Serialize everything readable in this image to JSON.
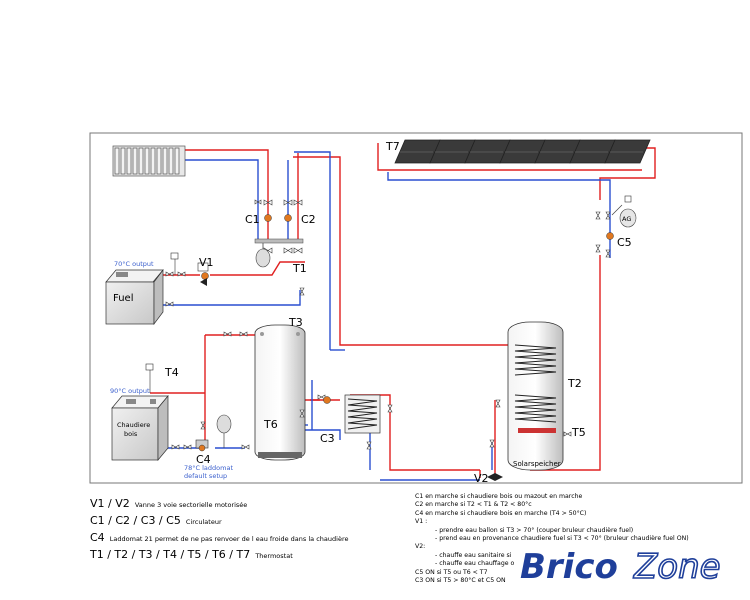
{
  "labels": {
    "t7": "T7",
    "c1": "C1",
    "c2": "C2",
    "t1": "T1",
    "v1": "V1",
    "output_70": "70°C output",
    "fuel": "Fuel",
    "t3": "T3",
    "ag": "AG",
    "c5": "C5",
    "solarspeicher": "Solarspeicher",
    "t2": "T2",
    "t4": "T4",
    "output_90": "90°C output",
    "chaudiere_1": "Chaudiere",
    "chaudiere_2": "bois",
    "t6": "T6",
    "c3": "C3",
    "t5": "T5",
    "v2": "V2",
    "c4": "C4",
    "laddomat_1": "78°C laddomat",
    "laddomat_2": "default setup"
  },
  "legend": [
    {
      "key": "V1 / V2",
      "desc": "Vanne 3 voie sectorielle motorisée"
    },
    {
      "key": "C1 / C2 / C3 / C5",
      "desc": "Circulateur"
    },
    {
      "key": "C4",
      "desc": "Laddomat 21 permet de ne pas renvoer de l eau froide dans la chaudière"
    },
    {
      "key": "T1 / T2 / T3 / T4 / T5 / T6 / T7",
      "desc": "Thermostat"
    }
  ],
  "rules": {
    "r1": "C1 en marche si chaudiere bois ou mazout en marche",
    "r2": "C2 en marche si T2 < T1 & T2 < 80°c",
    "r3": "C4 en marche si chaudiere bois en marche (T4 > 50°C)",
    "r4": "V1 :",
    "r5": "- prendre eau ballon si T3 > 70° (couper bruleur chaudière fuel)",
    "r6": "- prend eau en provenance chaudiere fuel si T3 < 70° (bruleur chaudière fuel ON)",
    "r7": "V2:",
    "r8": "- chauffe eau sanitaire si",
    "r9": "- chauffe eau chauffage o",
    "r10": "C5 ON si T5 ou T6 < T7",
    "r11": "C3 ON si T5 > 80°C et C5 ON"
  },
  "brand": {
    "name": "BricoZone",
    "part1": "Brico",
    "part2": "Zone"
  },
  "colors": {
    "hot": "#e02020",
    "cold": "#2a4fd0",
    "tank_gray": "#d8d8d8",
    "panel_dark": "#333333"
  }
}
